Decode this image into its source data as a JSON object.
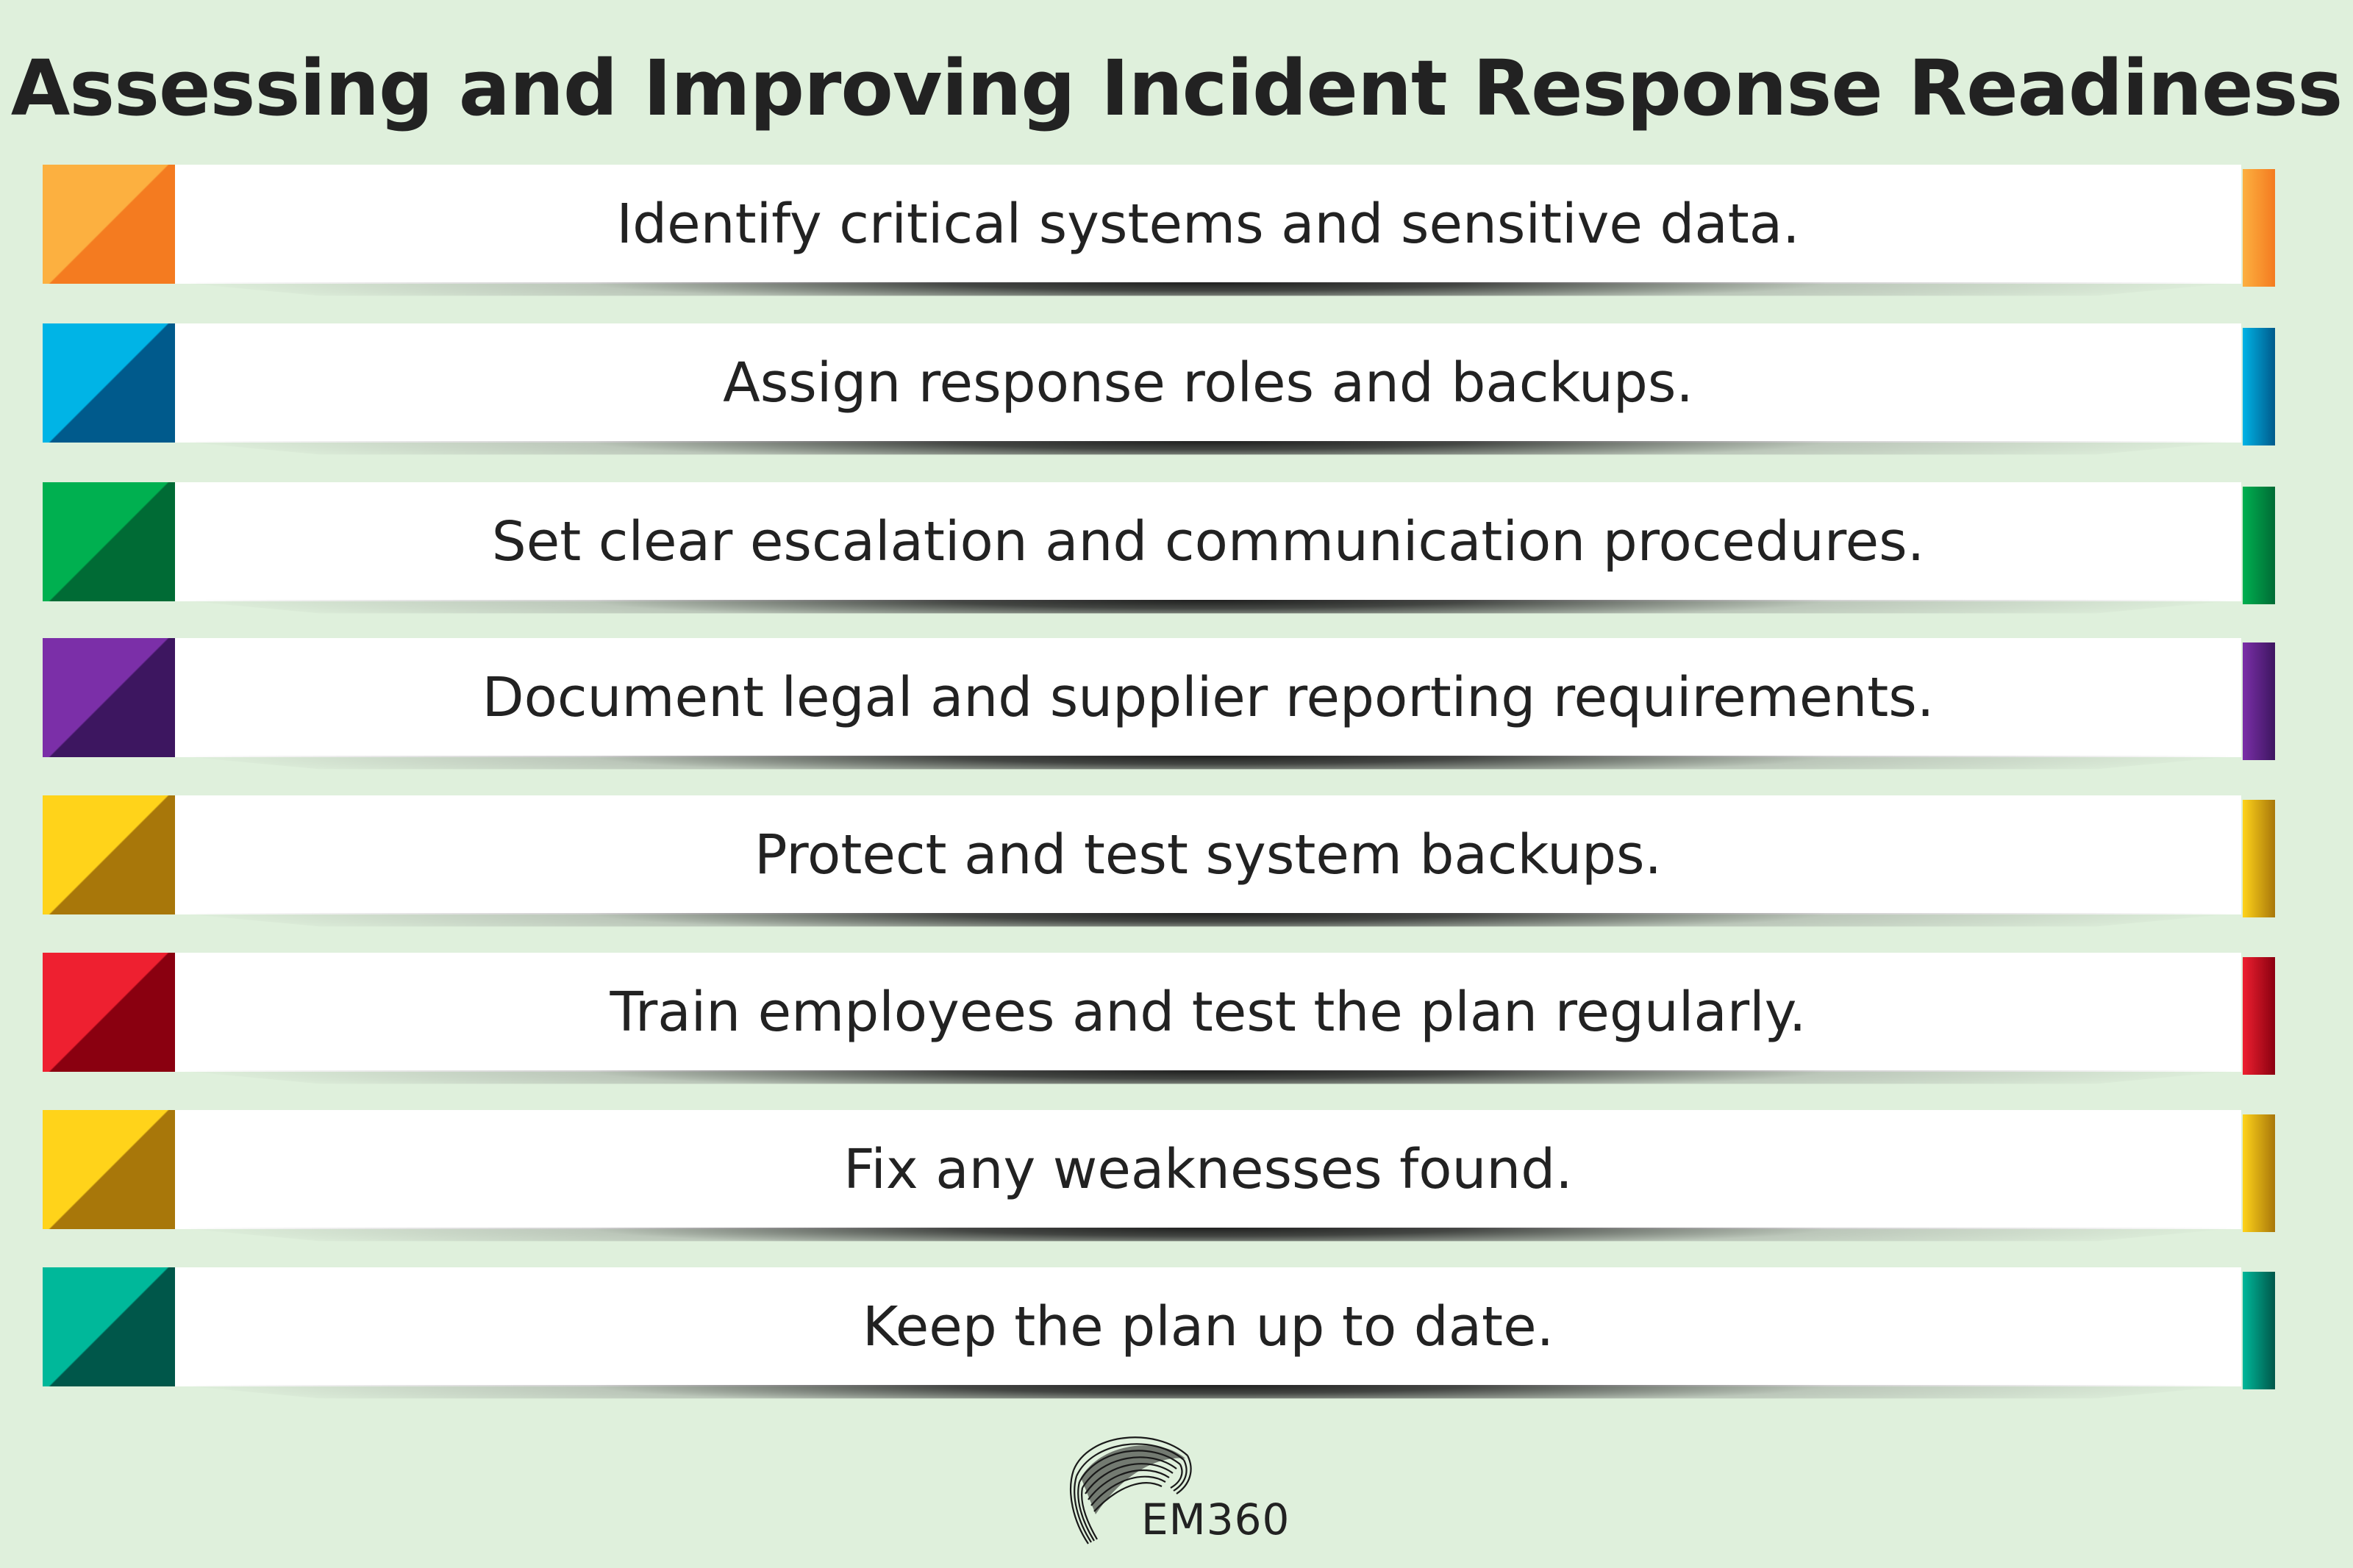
{
  "title": "Assessing and Improving Incident Response Readiness",
  "steps": [
    {
      "text": "Identify critical systems and sensitive data.",
      "color_light": "#fcb040",
      "color_dark": "#f47b20"
    },
    {
      "text": "Assign response roles and backups.",
      "color_light": "#00b4e6",
      "color_dark": "#005a8c"
    },
    {
      "text": "Set clear escalation and communication procedures.",
      "color_light": "#00b050",
      "color_dark": "#006b35"
    },
    {
      "text": "Document legal and supplier reporting requirements.",
      "color_light": "#7b2fa8",
      "color_dark": "#3d1660"
    },
    {
      "text": "Protect and test system backups.",
      "color_light": "#ffd31a",
      "color_dark": "#a8770a"
    },
    {
      "text": "Train employees and test the plan regularly.",
      "color_light": "#ee2030",
      "color_dark": "#8a0010"
    },
    {
      "text": "Fix any weaknesses found.",
      "color_light": "#ffd31a",
      "color_dark": "#a8770a"
    },
    {
      "text": "Keep the plan up to date.",
      "color_light": "#00b89a",
      "color_dark": "#00574a"
    }
  ],
  "logo": {
    "text": "EM360",
    "icon": "em360-swirl-logo-icon"
  }
}
